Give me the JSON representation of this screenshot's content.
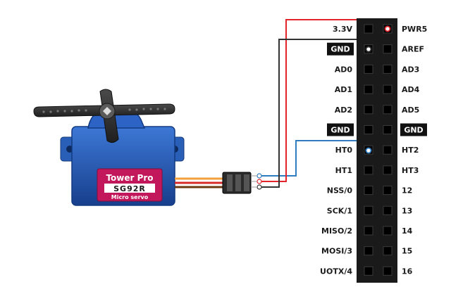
{
  "servo": {
    "brand": "Tower Pro",
    "model": "SG92R",
    "subtitle": "Micro servo"
  },
  "header": {
    "left_labels": [
      "3.3V",
      "GND",
      "AD0",
      "AD1",
      "AD2",
      "GND",
      "HT0",
      "HT1",
      "NSS/0",
      "SCK/1",
      "MISO/2",
      "MOSI/3",
      "UOTX/4"
    ],
    "right_labels": [
      "PWR5",
      "AREF",
      "AD3",
      "AD4",
      "AD5",
      "GND",
      "HT2",
      "HT3",
      "12",
      "13",
      "14",
      "15",
      "16"
    ],
    "highlighted_left": [
      1,
      5
    ],
    "highlighted_right": [
      5
    ]
  },
  "colors": {
    "wire_power": "#e3242b",
    "wire_ground": "#333333",
    "wire_signal": "#2f7cc0",
    "servo_body": "#1f55b3",
    "servo_label": "#c2185b",
    "header_body": "#1a1a1a",
    "pin": "#000000",
    "servo_lead_brown": "#6b3a12",
    "servo_lead_red": "#d62828",
    "servo_lead_orange": "#f2a13a"
  }
}
